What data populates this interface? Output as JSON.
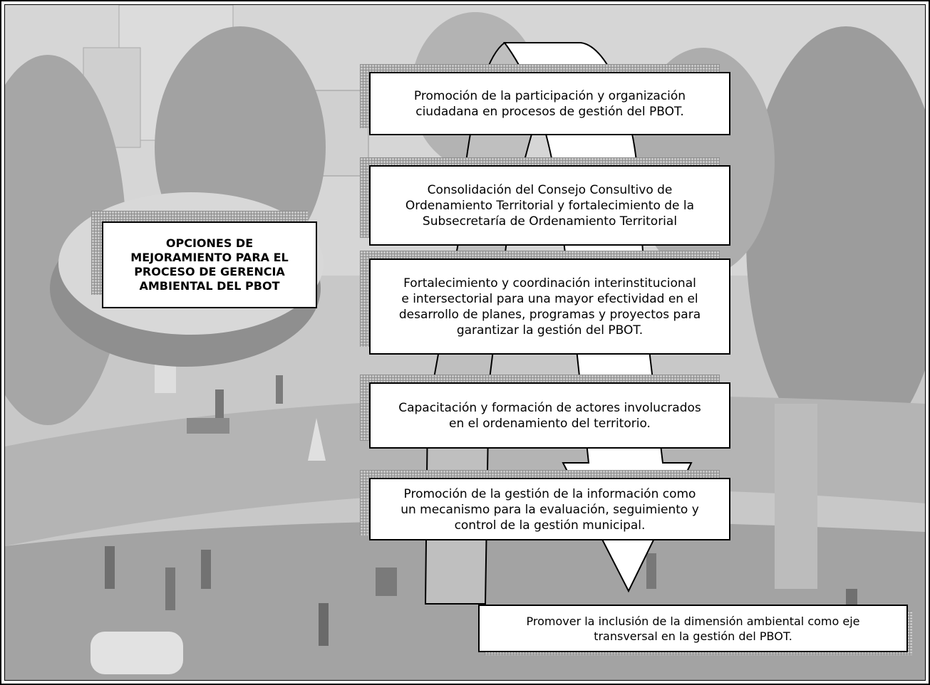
{
  "title": "OPCIONES DE\nMEJORAMIENTO PARA EL\nPROCESO DE GERENCIA\nAMBIENTAL DEL PBOT",
  "steps": [
    "Promoción de la participación y organización\nciudadana en procesos de gestión del PBOT.",
    "Consolidación del Consejo Consultivo de\nOrdenamiento Territorial y fortalecimiento de la\nSubsecretaría de Ordenamiento Territorial",
    "Fortalecimiento y coordinación interinstitucional\ne intersectorial para una mayor efectividad en el\ndesarrollo de planes, programas y proyectos para\ngarantizar la gestión del PBOT.",
    "Capacitación y formación de actores involucrados\nen el ordenamiento del territorio.",
    "Promoción de la gestión de la información como\nun mecanismo para la evaluación, seguimiento y\ncontrol de la gestión municipal."
  ],
  "final_step": "Promover la inclusión de la dimensión ambiental como eje\ntransversal en la gestión del PBOT.",
  "colors": {
    "background_photo": "#c4c4c4",
    "ribbon_gray": "#bfbfbf",
    "ribbon_white": "#ffffff",
    "border": "#000000"
  }
}
